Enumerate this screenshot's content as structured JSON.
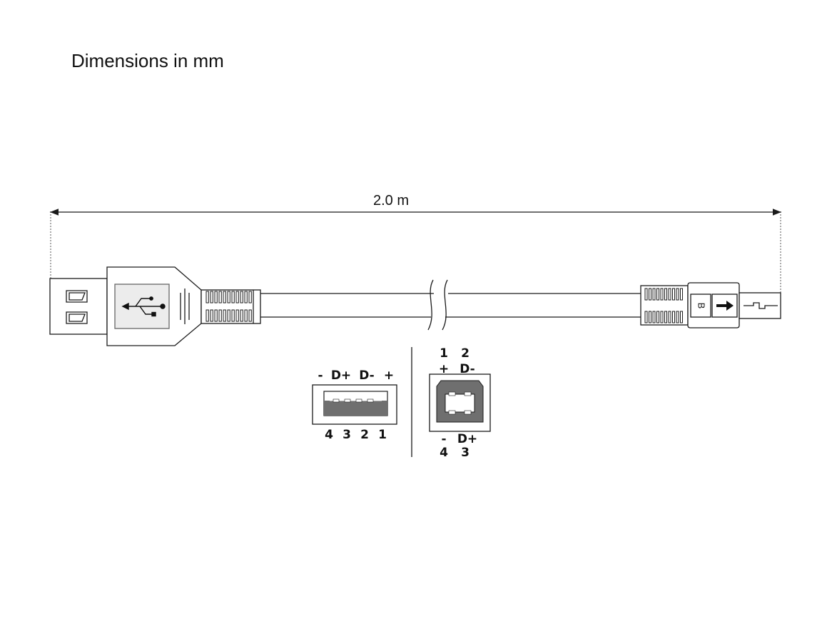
{
  "title": "Dimensions in mm",
  "cable_length": "2.0 m",
  "connector_a": {
    "signals": [
      "-",
      "D+",
      "D-",
      "+"
    ],
    "pins": [
      "4",
      "3",
      "2",
      "1"
    ]
  },
  "connector_b": {
    "top_pins": [
      "1",
      "2"
    ],
    "top_signals": [
      "+",
      "D-"
    ],
    "bottom_signals": [
      "-",
      "D+"
    ],
    "bottom_pins": [
      "4",
      "3"
    ],
    "plug_letter": "B"
  },
  "colors": {
    "line": "#1a1a1a",
    "plug_fill": "#ececec",
    "contact_gray": "#6f6f6f"
  }
}
